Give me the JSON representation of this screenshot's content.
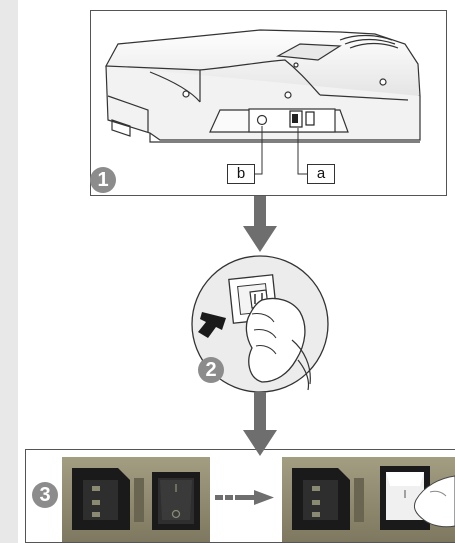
{
  "steps": [
    {
      "number": "1"
    },
    {
      "number": "2"
    },
    {
      "number": "3"
    }
  ],
  "labels": {
    "a": "a",
    "b": "b"
  },
  "colors": {
    "badge": "#8c8c8c",
    "arrow": "#6e6e6e",
    "device_body": "#f4f4f4",
    "outline": "#333333",
    "switch_photo_bg": "#8f8a6e",
    "socket_black": "#1c1c1c"
  },
  "icons": {
    "device": "laminator-device-illustration",
    "wall_plug": "hand-plugging-wall-socket-illustration",
    "power_socket": "iec-power-socket-photo",
    "rocker_off": "rocker-switch-off",
    "rocker_on": "rocker-switch-on"
  }
}
